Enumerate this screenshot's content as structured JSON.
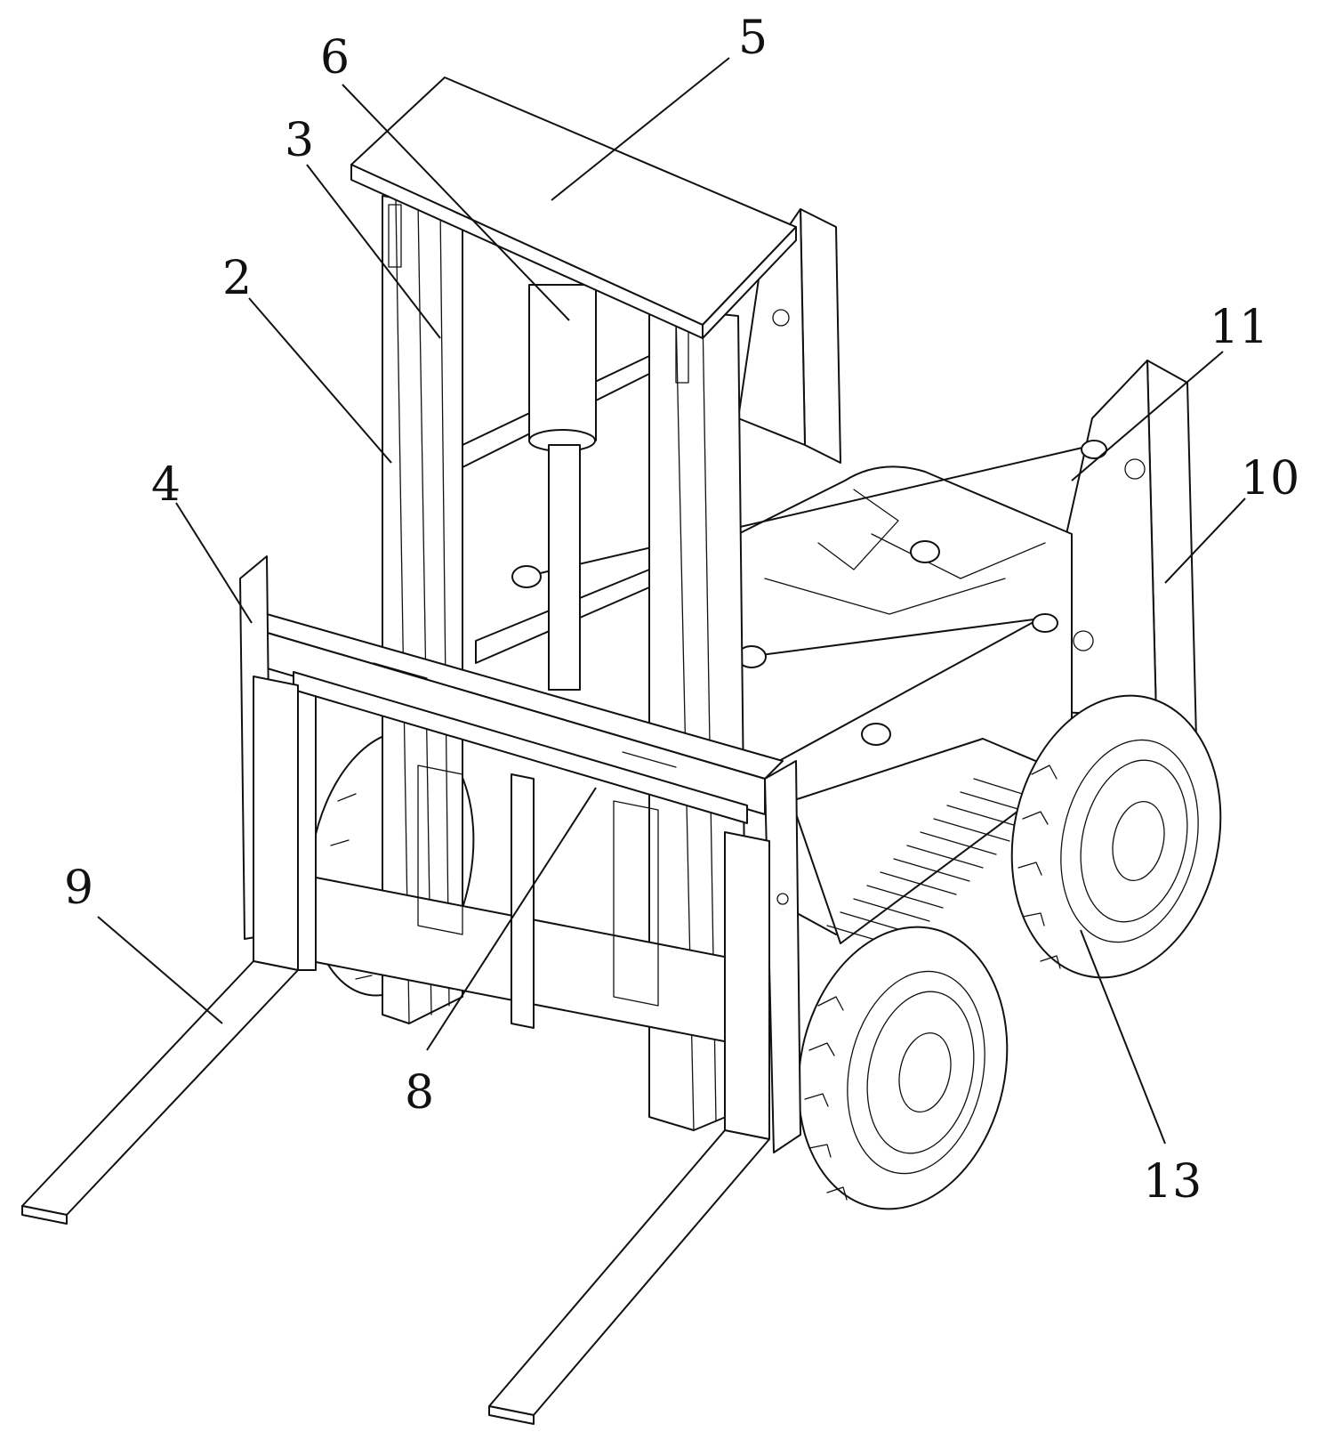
{
  "callouts": [
    {
      "id": "c5",
      "text": "5"
    },
    {
      "id": "c6",
      "text": "6"
    },
    {
      "id": "c3",
      "text": "3"
    },
    {
      "id": "c2",
      "text": "2"
    },
    {
      "id": "c11",
      "text": "11"
    },
    {
      "id": "c10",
      "text": "10"
    },
    {
      "id": "c4",
      "text": "4"
    },
    {
      "id": "c9",
      "text": "9"
    },
    {
      "id": "c8",
      "text": "8"
    },
    {
      "id": "c13",
      "text": "13"
    }
  ]
}
